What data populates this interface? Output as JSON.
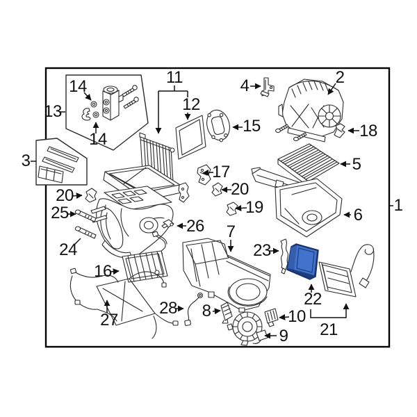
{
  "diagram": {
    "type": "exploded-parts-diagram",
    "highlighted_part": "22",
    "colors": {
      "line": "#2b2b2b",
      "background": "#ffffff",
      "border": "#000000",
      "highlight_fill": "#4273cc",
      "highlight_side": "#355fae",
      "highlight_edge": "#1d3d7d"
    },
    "callouts": {
      "c1": "1",
      "c2": "2",
      "c3": "3",
      "c4": "4",
      "c5": "5",
      "c6": "6",
      "c7": "7",
      "c8": "8",
      "c9": "9",
      "c10": "10",
      "c11": "11",
      "c12": "12",
      "c13": "13",
      "c14a": "14",
      "c14b": "14",
      "c15": "15",
      "c16": "16",
      "c17": "17",
      "c18": "18",
      "c19": "19",
      "c20a": "20",
      "c20b": "20",
      "c21": "21",
      "c22": "22",
      "c23": "23",
      "c24": "24",
      "c25": "25",
      "c26": "26",
      "c27": "27",
      "c28": "28"
    }
  }
}
